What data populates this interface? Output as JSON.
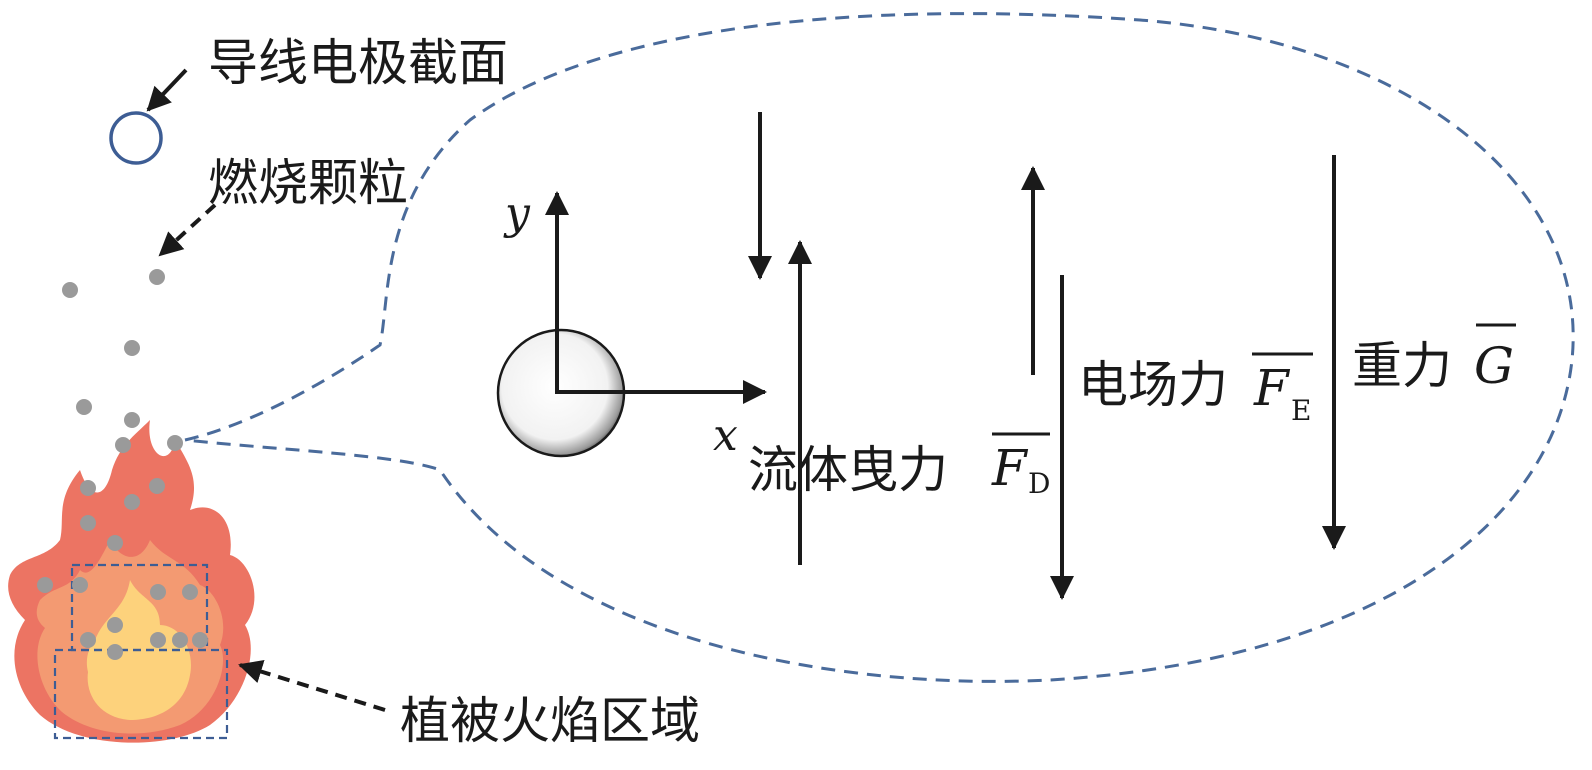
{
  "labels": {
    "conductor": "导线电极截面",
    "particles": "燃烧颗粒",
    "flame_region": "植被火焰区域",
    "axis_x": "x",
    "axis_y": "y",
    "drag_force": "流体曳力",
    "drag_symbol": "F",
    "drag_sub": "D",
    "electric_force": "电场力",
    "electric_symbol": "F",
    "electric_sub": "E",
    "gravity": "重力",
    "gravity_symbol": "G"
  },
  "colors": {
    "dashed": "#4a6b9b",
    "conductor_outline": "#3d5d94",
    "particle": "#9a9a9a",
    "arrow": "#1a1a1a",
    "flame_outer": "#ec7463",
    "flame_mid": "#f39a72",
    "flame_inner": "#fdd27c"
  },
  "icons": {
    "flame": "flame-icon",
    "conductor": "circle-outline-icon",
    "particle_sphere": "sphere-icon"
  }
}
